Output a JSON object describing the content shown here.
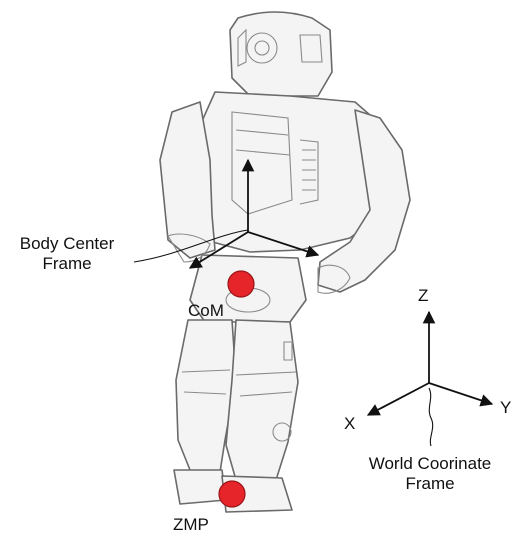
{
  "labels": {
    "body_frame_line1": "Body Center",
    "body_frame_line2": "Frame",
    "com": "CoM",
    "zmp": "ZMP",
    "axis_z": "Z",
    "axis_x": "X",
    "axis_y": "Y",
    "world_frame_line1": "World Coorinate",
    "world_frame_line2": "Frame"
  },
  "colors": {
    "marker": "#e5252a",
    "marker_outline": "#9a1418",
    "ink": "#111111",
    "robot_fill": "#f4f4f4",
    "robot_line": "#6a6a6a"
  }
}
